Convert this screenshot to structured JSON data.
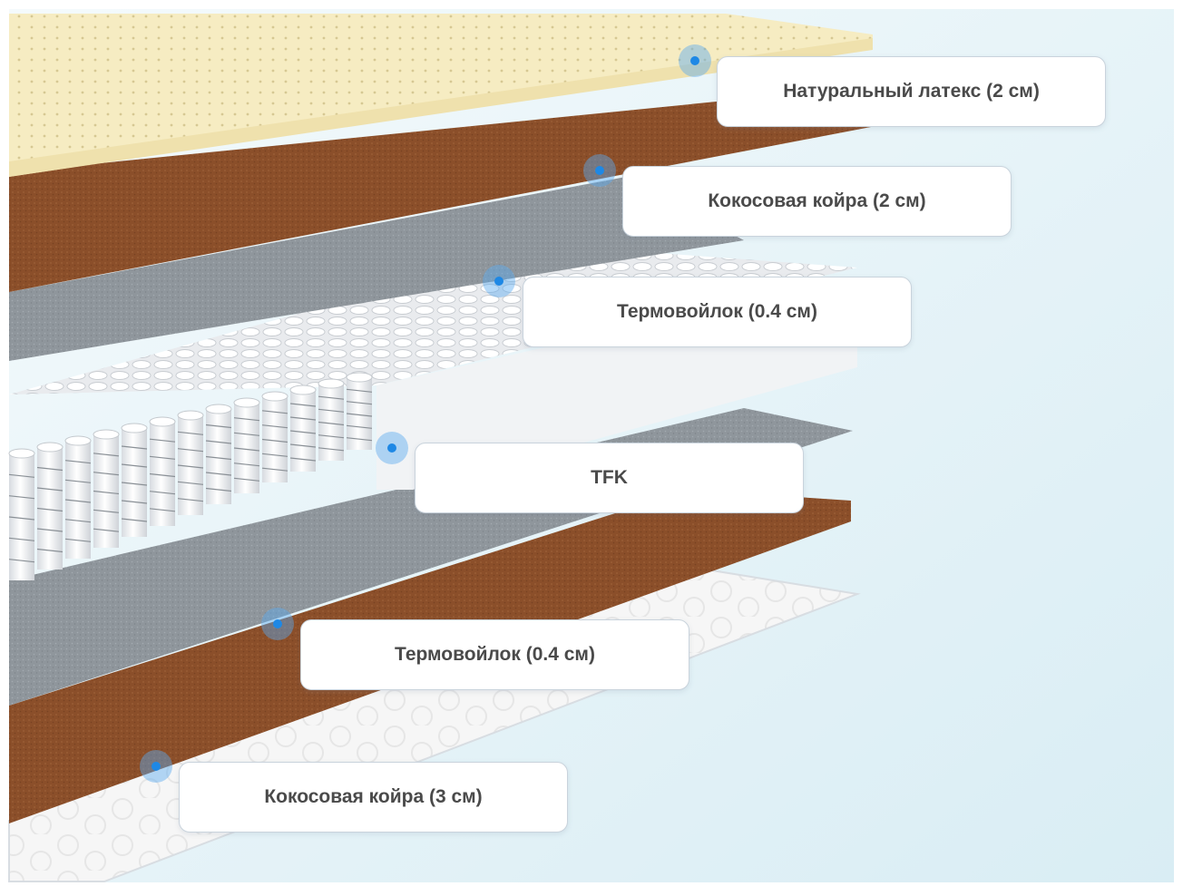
{
  "colors": {
    "latex": "#f6ecc2",
    "coir": "#8b4f2a",
    "felt": "#8f969c",
    "springs": "#f3f4f6",
    "base": "#f7f7f7",
    "background": "#e6f3f8",
    "marker": "#1e88e5"
  },
  "layers": [
    {
      "id": "latex",
      "label": "Натуральный латекс (2 см)"
    },
    {
      "id": "coir-top",
      "label": "Кокосовая койра (2 см)"
    },
    {
      "id": "felt-top",
      "label": "Термовойлок (0.4 см)"
    },
    {
      "id": "springs",
      "label": "TFK"
    },
    {
      "id": "felt-bottom",
      "label": "Термовойлок (0.4 см)"
    },
    {
      "id": "coir-bottom",
      "label": "Кокосовая койра (3 см)"
    }
  ]
}
